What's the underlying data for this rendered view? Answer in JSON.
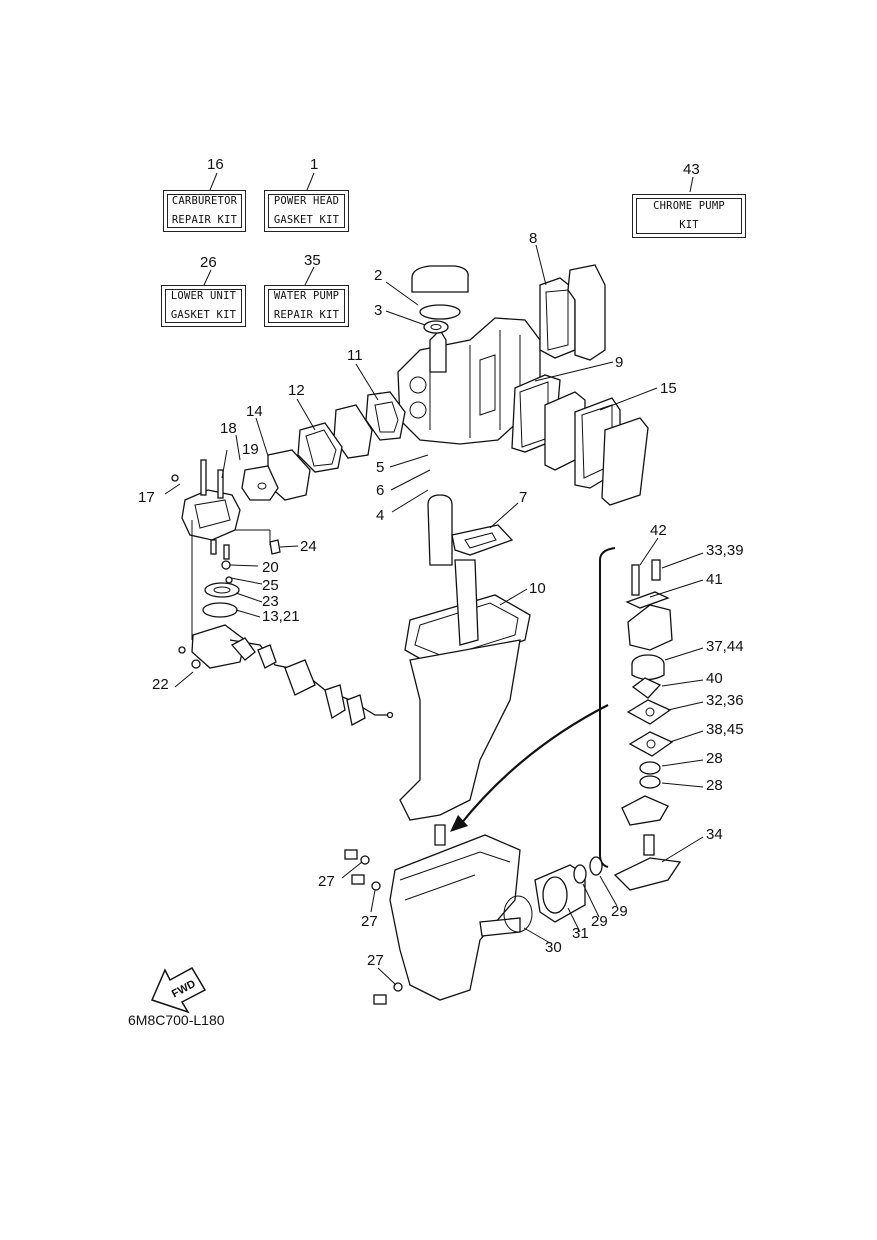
{
  "drawing_code": "6M8C700-L180",
  "fwd_label": "FWD",
  "kits": [
    {
      "number": "16",
      "line1": "CARBURETOR",
      "line2": "REPAIR KIT"
    },
    {
      "number": "1",
      "line1": "POWER HEAD",
      "line2": "GASKET KIT"
    },
    {
      "number": "43",
      "line1": "CHROME PUMP",
      "line2": "KIT"
    },
    {
      "number": "26",
      "line1": "LOWER UNIT",
      "line2": "GASKET KIT"
    },
    {
      "number": "35",
      "line1": "WATER PUMP",
      "line2": "REPAIR KIT"
    }
  ],
  "callouts": [
    "2",
    "3",
    "8",
    "11",
    "9",
    "12",
    "15",
    "14",
    "18",
    "5",
    "6",
    "17",
    "19",
    "4",
    "7",
    "24",
    "20",
    "25",
    "23",
    "13,21",
    "10",
    "22",
    "42",
    "33,39",
    "41",
    "37,44",
    "40",
    "32,36",
    "38,45",
    "28",
    "28",
    "34",
    "27",
    "27",
    "27",
    "29",
    "29",
    "31",
    "30"
  ]
}
